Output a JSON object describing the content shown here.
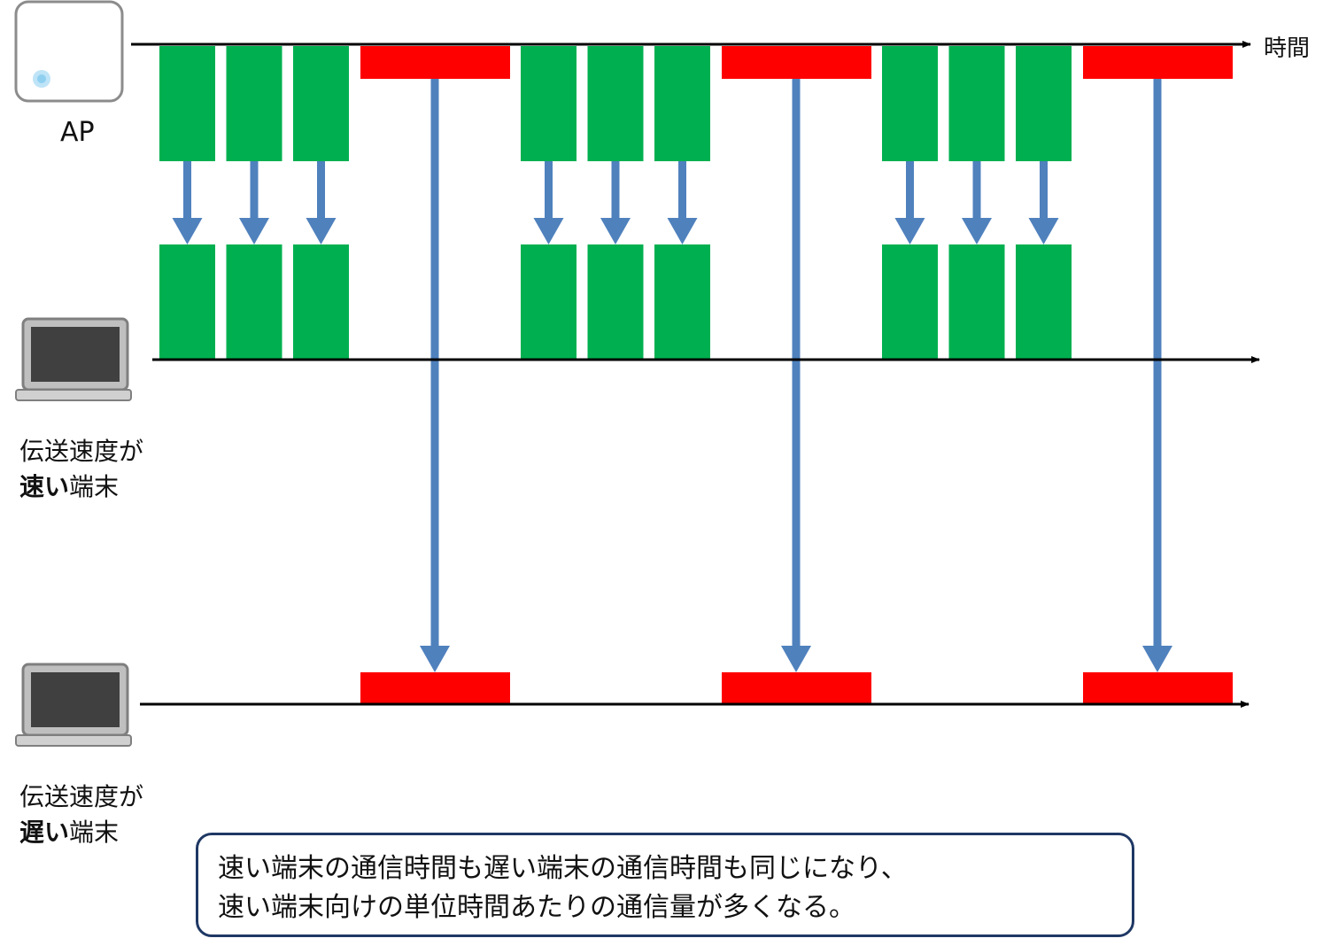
{
  "labels": {
    "ap": "AP",
    "time_axis": "時間",
    "fast_device_line1": "伝送速度が",
    "fast_device_line2_bold": "速い",
    "fast_device_line2_rest": "端末",
    "slow_device_line1": "伝送速度が",
    "slow_device_line2_bold": "遅い",
    "slow_device_line2_rest": "端末"
  },
  "note": {
    "line1": "速い端末の通信時間も遅い端末の通信時間も同じになり、",
    "line2": "速い端末向けの単位時間あたりの通信量が多くなる。"
  },
  "colors": {
    "fast_frame": "#00B050",
    "slow_frame": "#FF0000",
    "arrow": "#4F81BD",
    "axis": "#000000",
    "note_border": "#1F3864"
  },
  "icons": {
    "ap": "access-point-icon",
    "fast_device": "laptop-icon",
    "slow_device": "laptop-icon"
  },
  "sequence": {
    "cycles": 3,
    "fast_frames_per_cycle": 3,
    "slow_frames_per_cycle": 1
  }
}
